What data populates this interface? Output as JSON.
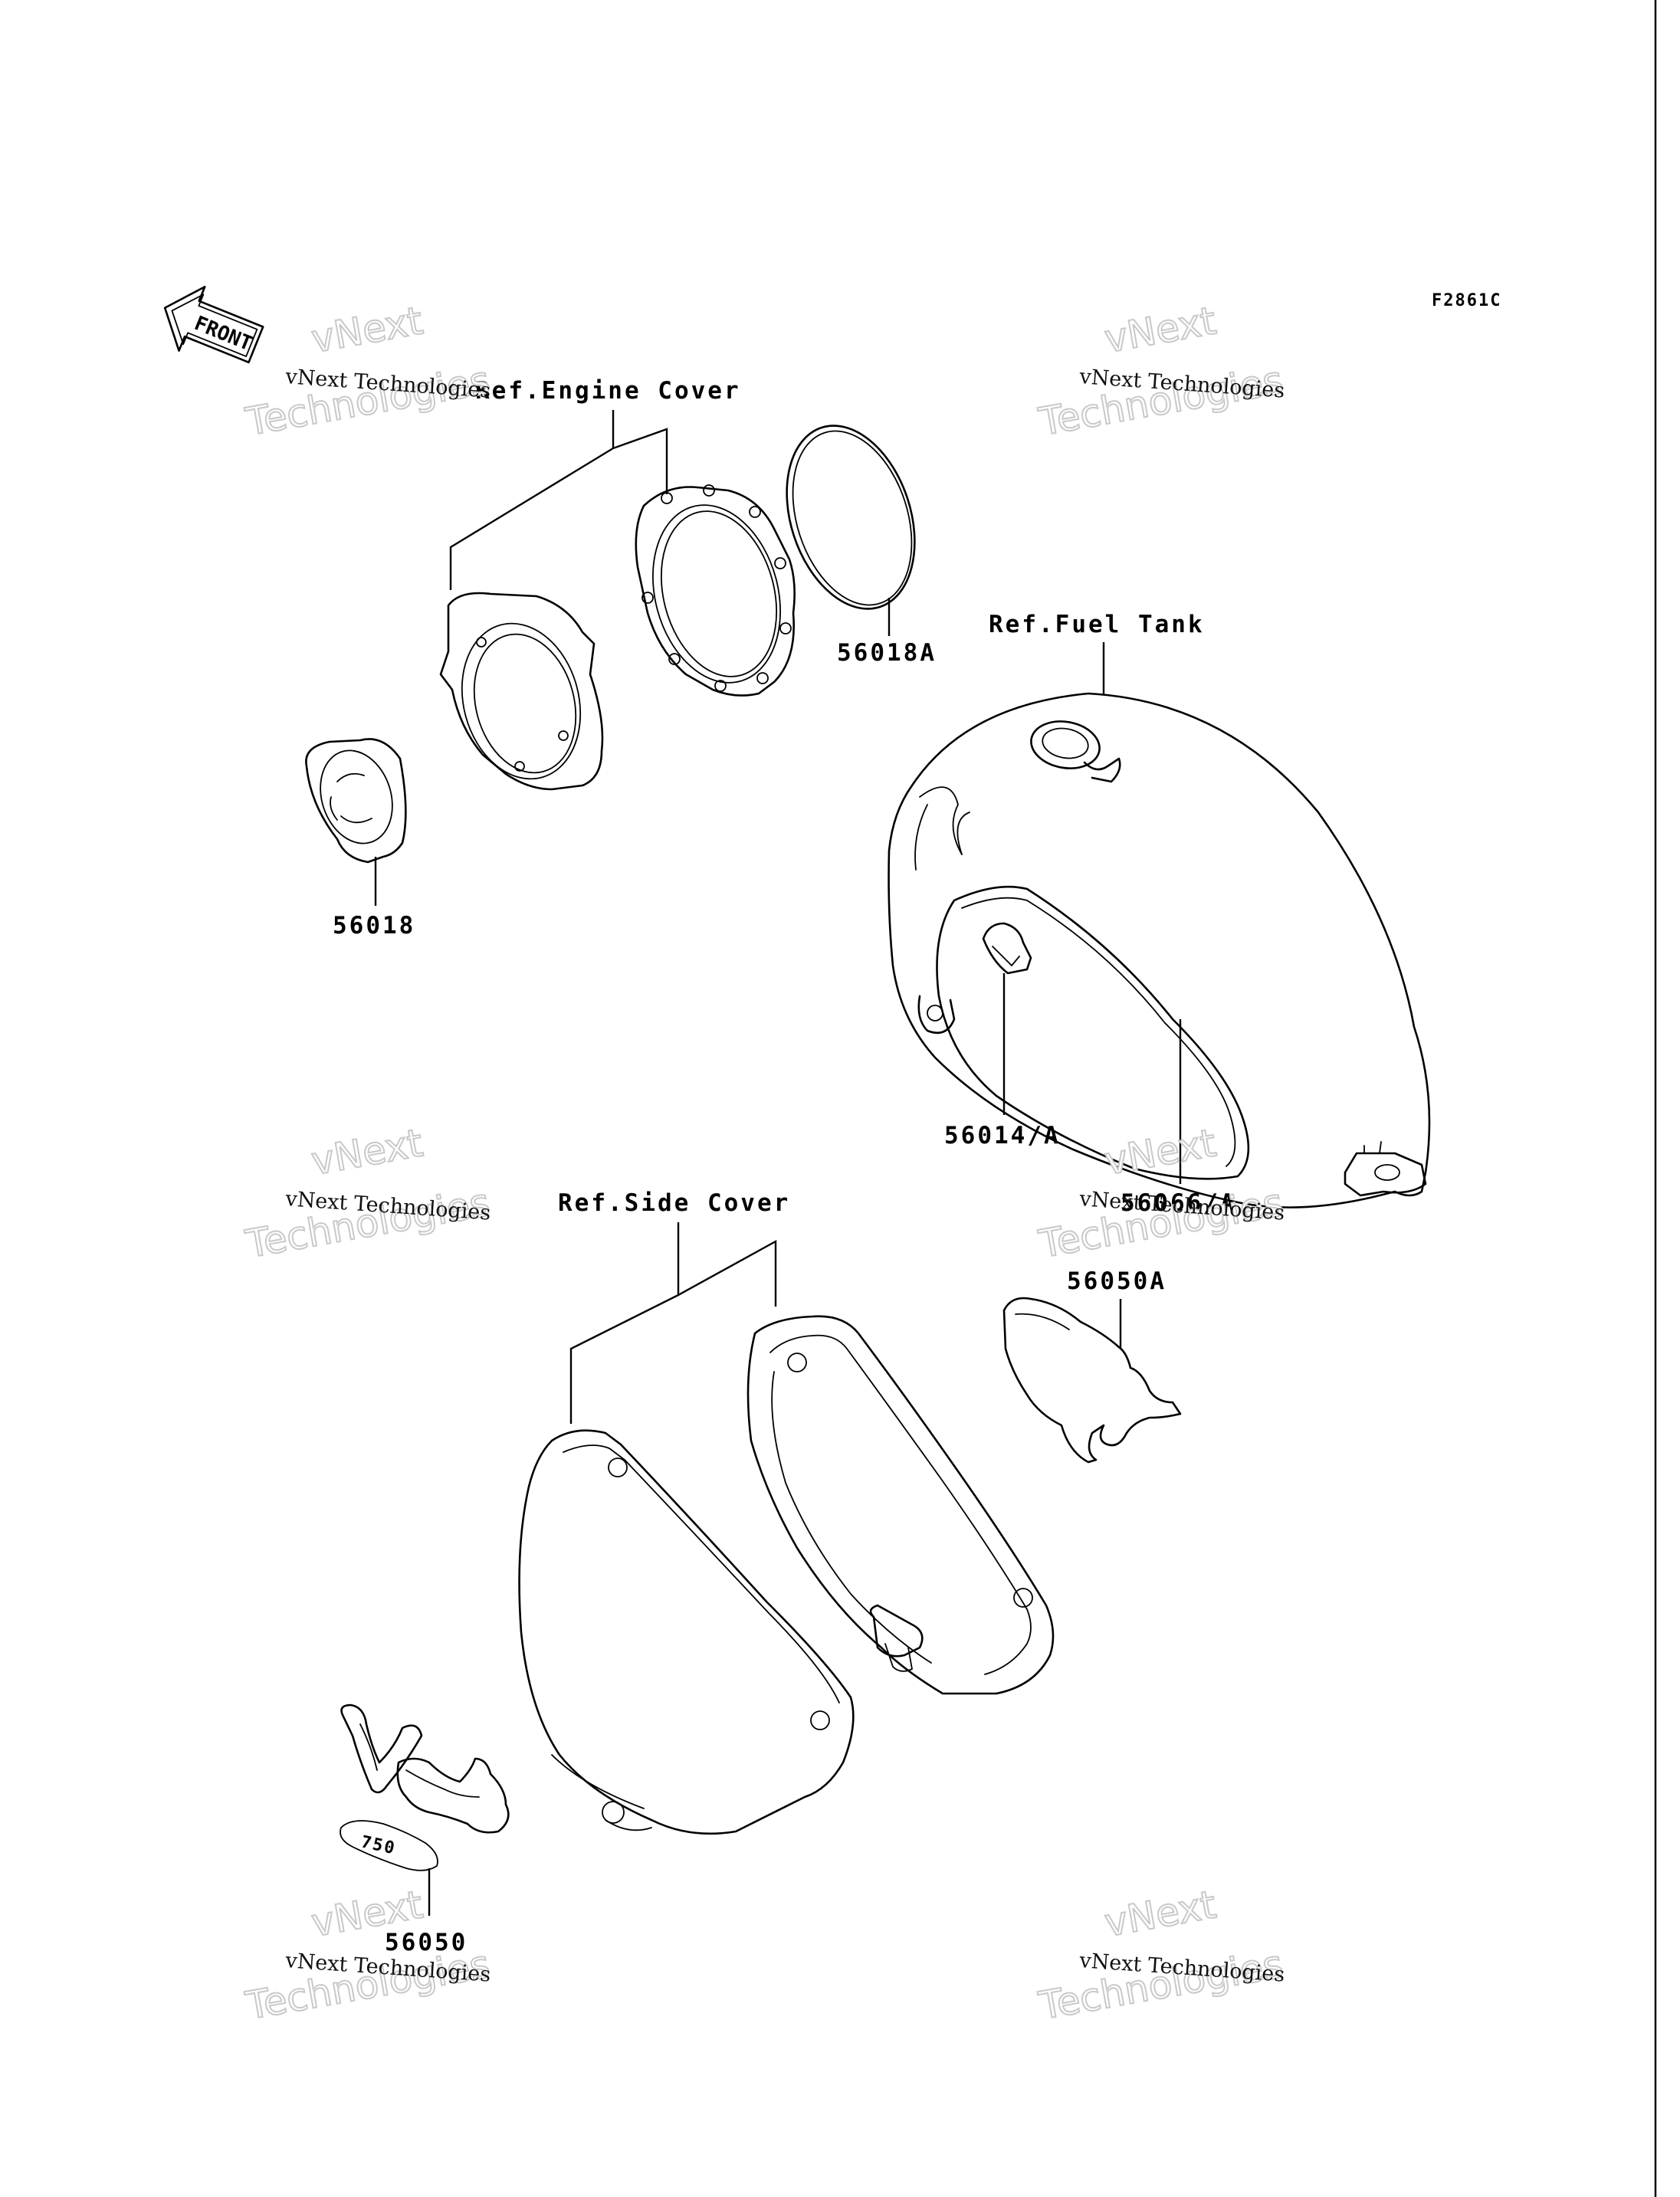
{
  "figure_code": "F2861C",
  "front_arrow": {
    "label": "FRONT",
    "icon": "front-arrow-icon"
  },
  "references": {
    "engine_cover": "Ref.Engine Cover",
    "fuel_tank": "Ref.Fuel Tank",
    "side_cover": "Ref.Side Cover"
  },
  "parts": [
    {
      "id": "p1",
      "number": "56018"
    },
    {
      "id": "p2",
      "number": "56018A"
    },
    {
      "id": "p3",
      "number": "56014/A"
    },
    {
      "id": "p4",
      "number": "56066/A"
    },
    {
      "id": "p5",
      "number": "56050A"
    },
    {
      "id": "p6",
      "number": "56050"
    }
  ],
  "watermark": {
    "small": "vNext Technologies",
    "big_top": "vNext",
    "big_bottom": "Technologies"
  },
  "colors": {
    "ink": "#000000",
    "background": "#ffffff",
    "watermark_outline": "#c9c9c9"
  }
}
